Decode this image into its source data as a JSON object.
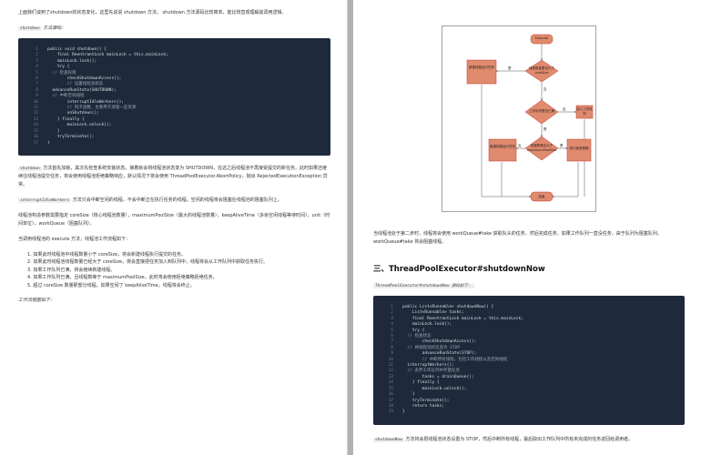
{
  "left": {
    "intro": "上面我们谈到了shutdown的状态变化，这里先说说 shutdown 方法。 shutdown 方法源码比较简单，能比较直观理解其调用逻辑。",
    "intro_code1": "shutdown",
    "intro_code2": "shutdown",
    "src_label_code": "shutdown",
    "src_label": "方法源码：",
    "code": [
      {
        "n": "1",
        "t": "public void shutdown() {"
      },
      {
        "n": "2",
        "t": "    final ReentrantLock mainLock = this.mainLock;"
      },
      {
        "n": "3",
        "t": "    mainLock.lock();"
      },
      {
        "n": "4",
        "t": "    try {"
      },
      {
        "n": "5",
        "t": "  // 检查权限"
      },
      {
        "n": "6",
        "t": "        checkShutdownAccess();"
      },
      {
        "n": "7",
        "t": "        // 设置线程池状态"
      },
      {
        "n": "8",
        "t": "  advanceRunState(SHUTDOWN);"
      },
      {
        "n": "9",
        "t": "  // 中断空闲线程"
      },
      {
        "n": "10",
        "t": "        interruptIdleWorkers();"
      },
      {
        "n": "11",
        "t": "        // 钩子函数，主要用于清理一些资源"
      },
      {
        "n": "12",
        "t": "        onShutdown();"
      },
      {
        "n": "13",
        "t": "    } finally {"
      },
      {
        "n": "14",
        "t": "        mainLock.unlock();"
      },
      {
        "n": "15",
        "t": "    }"
      },
      {
        "n": "16",
        "t": "    tryTerminate();"
      },
      {
        "n": "17",
        "t": "}"
      }
    ],
    "para1_code": "shutdown",
    "para1": "方法首先加锁，其次先检查系统安装状态。接着就会将线程池状态变为 SHUTDOWN，在这之后线程池不再接受提交的新任务。此时如果还继续往线程池提交任务，将会使用线程池拒绝策略响应，默认情况下将会使用 ThreadPoolExecutor.AbortPolicy，抛出 RejectedExecutionException 异常。",
    "para2_code": "interruptIdleWorkers",
    "para2": "方法只会中断空闲的线程，不会中断正在执行任务的线程。空闲的线程将会阻塞在线程池的阻塞队列上。",
    "para3": "线程池构造参数需要指定 coreSize（核心线程池数量），maximumPoolSize（最大的线程池数量），keepAliveTime（多余空闲线程等待时间），unit（时间单位），workQueue（阻塞队列）。",
    "para4": "当调用线程池的 execute 方法，线程池工作流程如下：",
    "steps": [
      "1. 如果此时线程池中线程数量小于 coreSize，将会新建线程执行提交的任务。",
      "2. 如果此时线程池线程数量已经大于 coreSize，将会直接把任务加入到队列中，线程将会从工作队列中获取任务执行。",
      "3. 如果工作队列已满，将会继续新建线程。",
      "4. 如果工作队列已满，且线程数等于 maximumPoolSize，此时将会使用拒绝策略拒绝任务。",
      "5. 超过 coreSize 数量那部分线程，如果空闲了 keepAliveTime，线程将会终止。"
    ],
    "flow_label": "工作流程图如下："
  },
  "right": {
    "flow_nodes": {
      "start": "Execute",
      "decision1": "线程数量是否小于coreSize",
      "left_box": "新建线程运行任务",
      "decision2": "工作队列是否已满",
      "decision3": "线程数是否大于maximumPoolSize",
      "right_box": "加入工作队列",
      "box2": "新建线程运行任务",
      "box3": "执行拒绝策略",
      "end": "结束",
      "yes": "是",
      "no": "否"
    },
    "para5": "当线程池处于第二步时，线程将会使用 workQueue#take 获取队头的任务，然后完成任务。如果工作队列一直没任务，由于队列为阻塞队列，workQueue#take 将会阻塞线程。",
    "section_title": "三、ThreadPoolExecutor#shutdownNow",
    "src_label2": "ThreadPoolExecutor#shutdownNow 源码如下：",
    "code2": [
      {
        "n": "1",
        "t": "public List<Runnable> shutdownNow() {"
      },
      {
        "n": "2",
        "t": "    List<Runnable> tasks;"
      },
      {
        "n": "3",
        "t": "    final ReentrantLock mainLock = this.mainLock;"
      },
      {
        "n": "4",
        "t": "    mainLock.lock();"
      },
      {
        "n": "5",
        "t": "    try {"
      },
      {
        "n": "6",
        "t": "  // 检查状态"
      },
      {
        "n": "7",
        "t": "        checkShutdownAccess();"
      },
      {
        "n": "8",
        "t": "  // 将线程池状态变为 STOP"
      },
      {
        "n": "9",
        "t": "        advanceRunState(STOP);"
      },
      {
        "n": "10",
        "t": "        // 中断所有线程，包括工作线程以及空闲线程"
      },
      {
        "n": "11",
        "t": "  interruptWorkers();"
      },
      {
        "n": "12",
        "t": "  // 丢弃工作队列中存量任务"
      },
      {
        "n": "13",
        "t": "        tasks = drainQueue();"
      },
      {
        "n": "14",
        "t": "    } finally {"
      },
      {
        "n": "15",
        "t": "        mainLock.unlock();"
      },
      {
        "n": "16",
        "t": "    }"
      },
      {
        "n": "17",
        "t": "    tryTerminate();"
      },
      {
        "n": "18",
        "t": "    return tasks;"
      },
      {
        "n": "19",
        "t": "}"
      }
    ],
    "para6_code": "shutdownNow",
    "para6": "方法将会把线程池状态设置为 STOP，然后中断所有线程，最后取出工作队列中所有未完成的任务返回给调用者。"
  },
  "colors": {
    "code_bg": "#1e2a3b",
    "flow_fill": "#e08a6e",
    "flow_border": "#c0392b"
  }
}
